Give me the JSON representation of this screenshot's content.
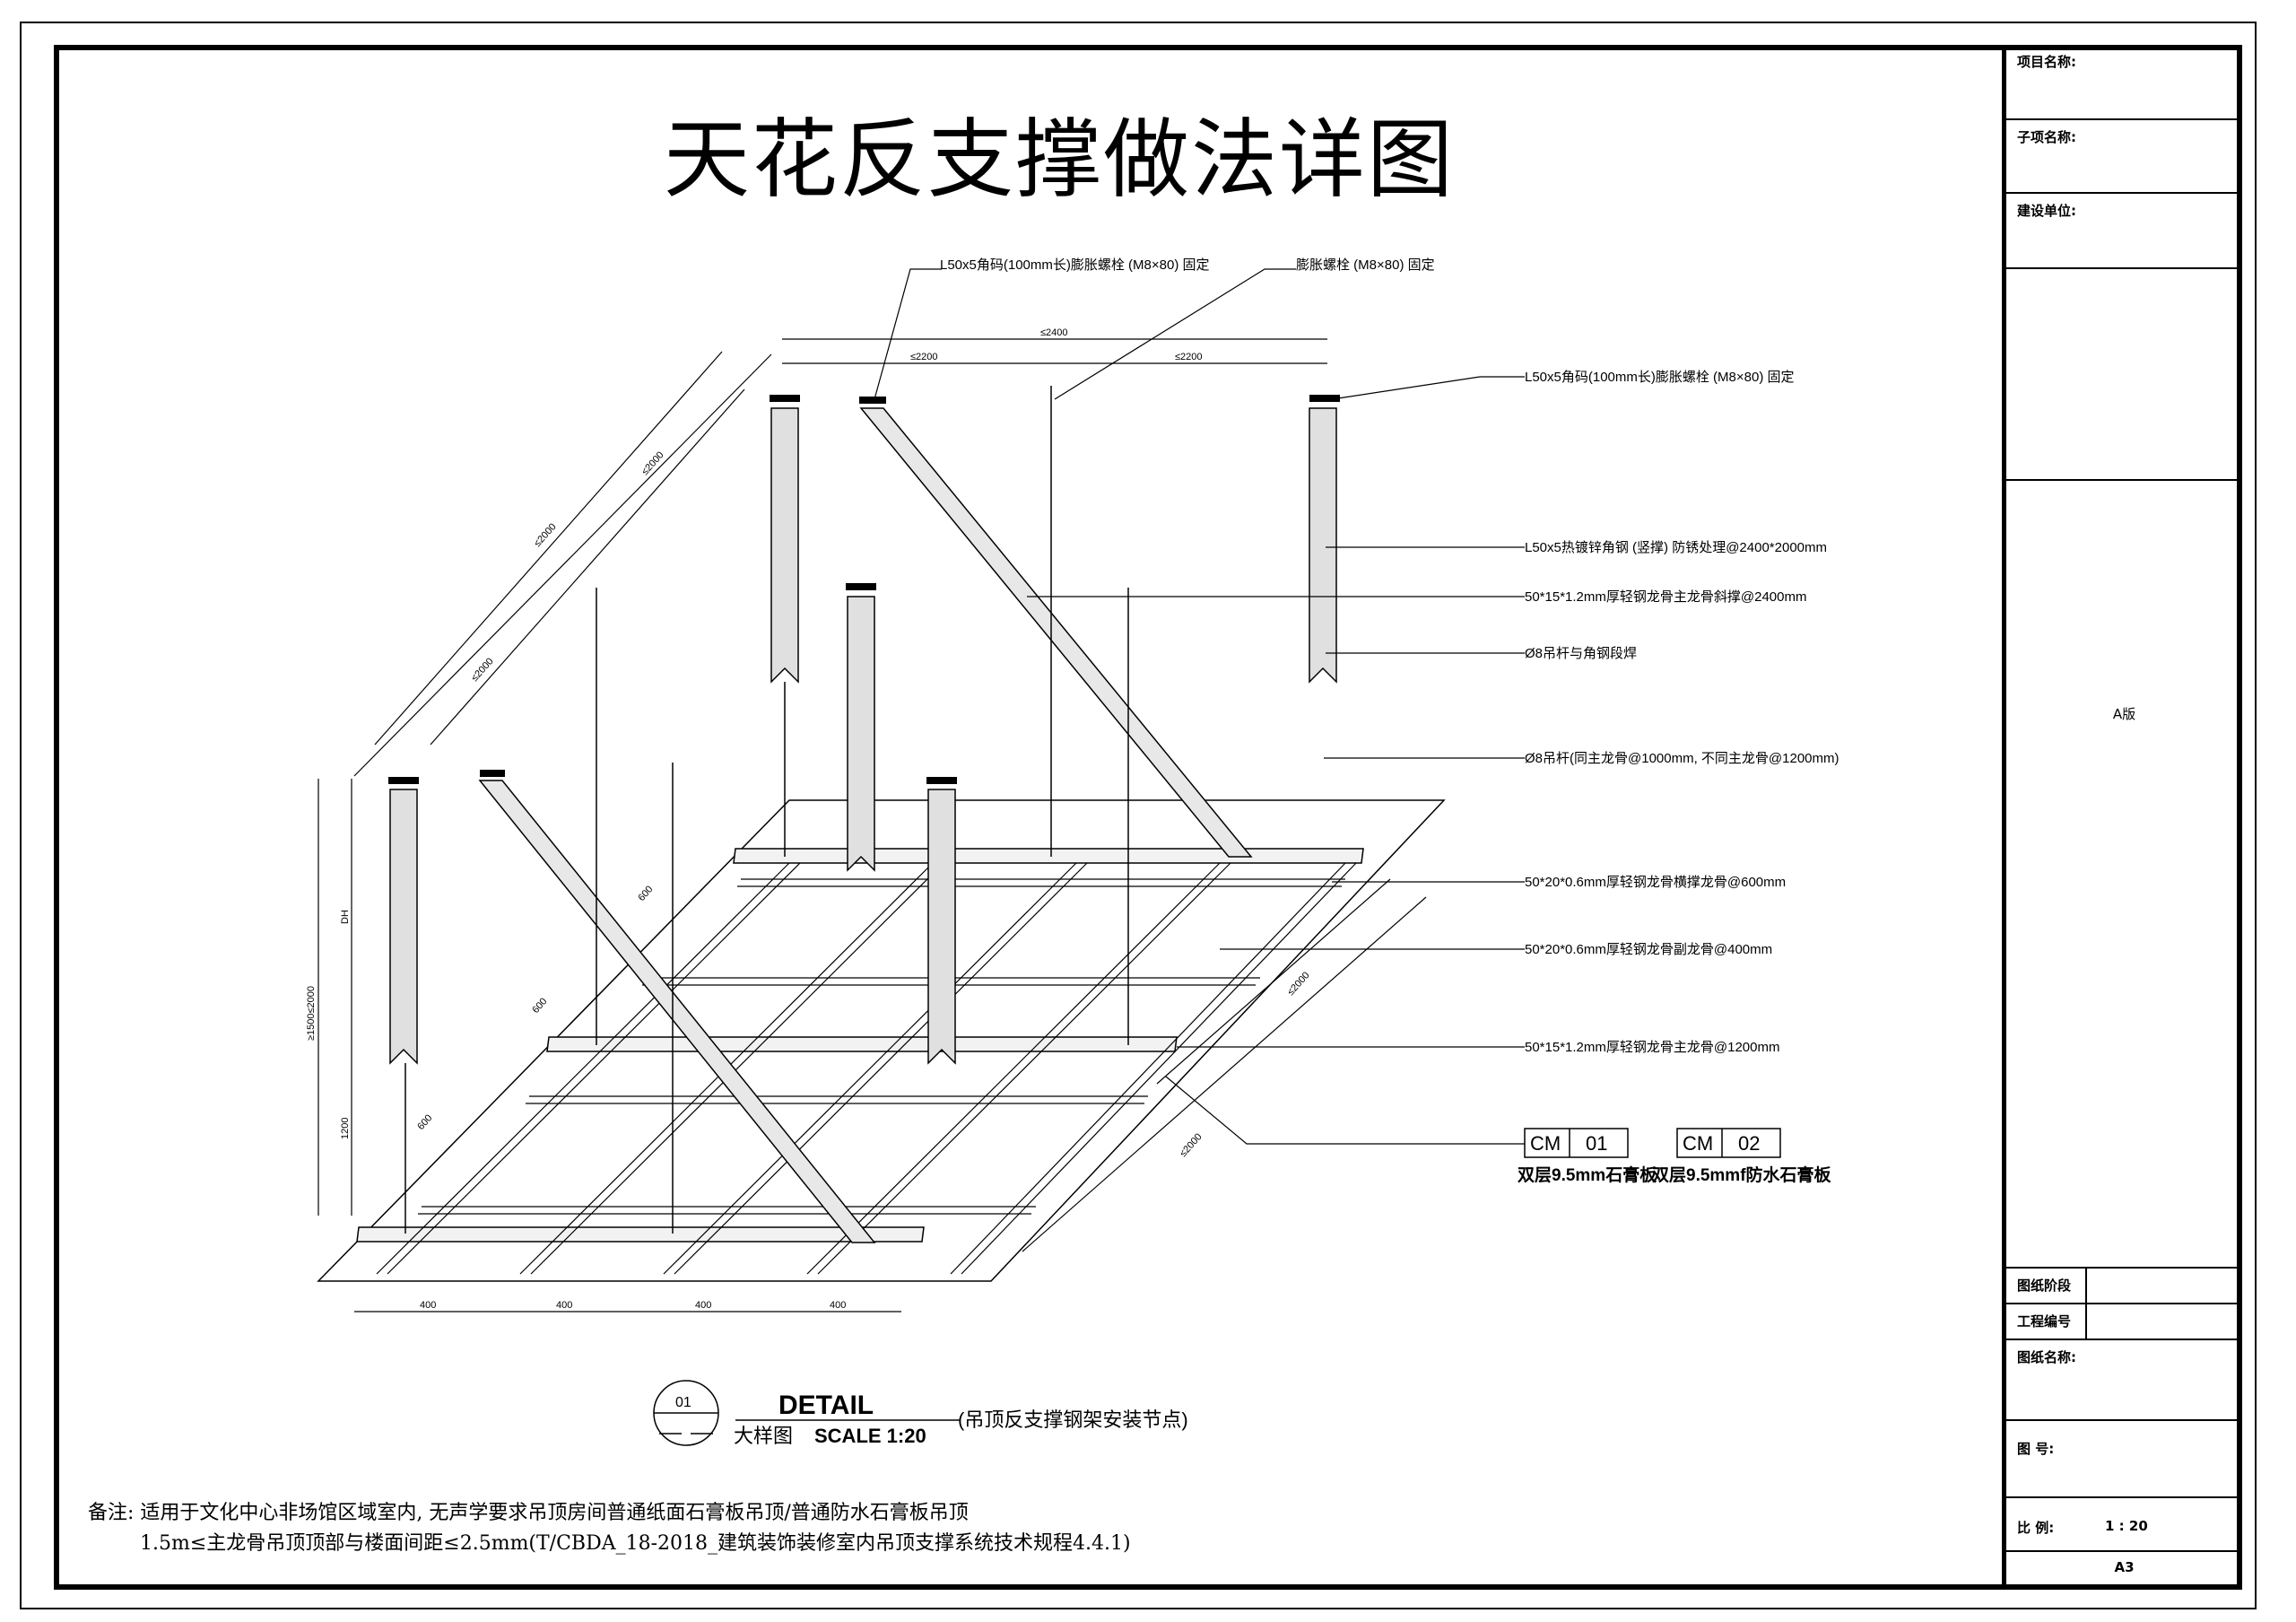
{
  "title": "天花反支撑做法详图",
  "callouts": {
    "angle_code_top": "L50x5角码(100mm长)膨胀螺栓 (M8×80) 固定",
    "expansion_bolt": "膨胀螺栓 (M8×80) 固定",
    "angle_code_right": "L50x5角码(100mm长)膨胀螺栓 (M8×80) 固定",
    "galvanized_angle": "L50x5热镀锌角钢 (竖撑) 防锈处理@2400*2000mm",
    "main_keel_brace": "50*15*1.2mm厚轻钢龙骨主龙骨斜撑@2400mm",
    "rod_weld": "Ø8吊杆与角钢段焊",
    "rod_spacing": "Ø8吊杆(同主龙骨@1000mm, 不同主龙骨@1200mm)",
    "cross_keel": "50*20*0.6mm厚轻钢龙骨横撑龙骨@600mm",
    "sub_keel": "50*20*0.6mm厚轻钢龙骨副龙骨@400mm",
    "main_keel": "50*15*1.2mm厚轻钢龙骨主龙骨@1200mm"
  },
  "dimensions": {
    "top_total": "≤2400",
    "top_left": "≤2200",
    "top_right": "≤2200",
    "diag_outer": "≤2000",
    "diag_mid": "≤2000",
    "diag_inner": "≤2000",
    "vert_total": "≥1500≤2000",
    "vert_upper": "DH",
    "vert_lower": "1200",
    "grid_600_a": "600",
    "grid_600_b": "600",
    "grid_600_c": "600",
    "right_diag_a": "≤2000",
    "right_diag_b": "≤2000",
    "bottom": [
      "400",
      "400",
      "400",
      "400"
    ]
  },
  "materials": [
    {
      "tag": "CM",
      "num": "01",
      "desc": "双层9.5mm石膏板"
    },
    {
      "tag": "CM",
      "num": "02",
      "desc": "双层9.5mmf防水石膏板"
    }
  ],
  "detail": {
    "number": "01",
    "heading": "DETAIL",
    "subtitle": "大样图",
    "scale": "SCALE 1:20",
    "caption": "(吊顶反支撑钢架安装节点)"
  },
  "note": {
    "line1": "备注: 适用于文化中心非场馆区域室内, 无声学要求吊顶房间普通纸面石膏板吊顶/普通防水石膏板吊顶",
    "line2": "1.5m≤主龙骨吊顶顶部与楼面间距≤2.5mm(T/CBDA_18-2018_建筑装饰装修室内吊顶支撑系统技术规程4.4.1)"
  },
  "title_block": {
    "project_name": "项目名称:",
    "sub_name": "子项名称:",
    "client": "建设单位:",
    "version": "A版",
    "stage": "图纸阶段",
    "job_no": "工程编号",
    "drawing_name": "图纸名称:",
    "drawing_no": "图 号:",
    "scale_label": "比 例:",
    "scale_value": "1 : 20",
    "paper": "A3"
  }
}
